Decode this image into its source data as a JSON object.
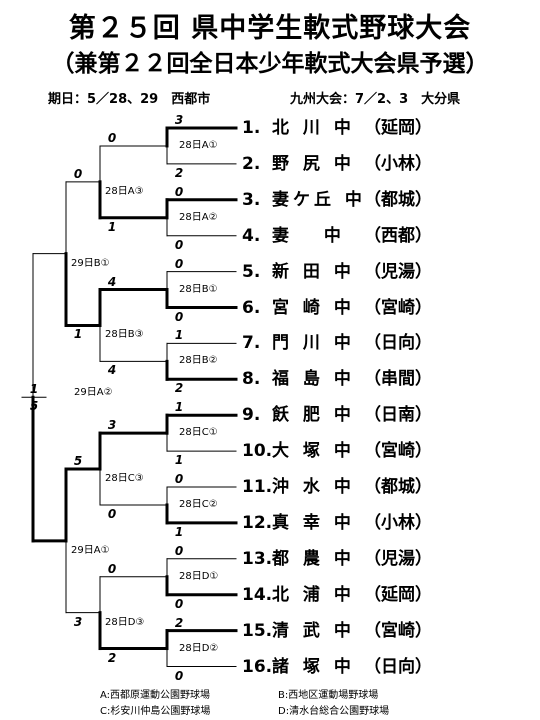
{
  "header": {
    "title": "第２５回 県中学生軟式野球大会",
    "subtitle": "（兼第２２回全日本少年軟式大会県予選）",
    "dates_venue": "期日：5／28、29　西都市",
    "kyushu": "九州大会：7／2、3　大分県"
  },
  "teams": [
    {
      "no": "1.",
      "name": "北 川 中",
      "city": "（延岡）"
    },
    {
      "no": "2.",
      "name": "野 尻 中",
      "city": "（小林）"
    },
    {
      "no": "3.",
      "name": "妻ケ丘 中",
      "city": "（都城）"
    },
    {
      "no": "4.",
      "name": "妻　 中",
      "city": "（西都）"
    },
    {
      "no": "5.",
      "name": "新 田 中",
      "city": "（児湯）"
    },
    {
      "no": "6.",
      "name": "宮 崎 中",
      "city": "（宮崎）"
    },
    {
      "no": "7.",
      "name": "門 川 中",
      "city": "（日向）"
    },
    {
      "no": "8.",
      "name": "福 島 中",
      "city": "（串間）"
    },
    {
      "no": "9.",
      "name": "飫 肥 中",
      "city": "（日南）"
    },
    {
      "no": "10.",
      "name": "大 塚 中",
      "city": "（宮崎）"
    },
    {
      "no": "11.",
      "name": "沖 水 中",
      "city": "（都城）"
    },
    {
      "no": "12.",
      "name": "真 幸 中",
      "city": "（小林）"
    },
    {
      "no": "13.",
      "name": "都 農 中",
      "city": "（児湯）"
    },
    {
      "no": "14.",
      "name": "北 浦 中",
      "city": "（延岡）"
    },
    {
      "no": "15.",
      "name": "清 武 中",
      "city": "（宮崎）"
    },
    {
      "no": "16.",
      "name": "諸 塚 中",
      "city": "（日向）"
    }
  ],
  "r1": [
    {
      "label": "28日A①",
      "s1": "3",
      "s2": "2",
      "winner": 1
    },
    {
      "label": "28日A②",
      "s1": "0",
      "s2": "0",
      "winner": 1
    },
    {
      "label": "28日B①",
      "s1": "0",
      "s2": "0",
      "winner": 2
    },
    {
      "label": "28日B②",
      "s1": "1",
      "s2": "2",
      "winner": 2
    },
    {
      "label": "28日C①",
      "s1": "1",
      "s2": "1",
      "winner": 1
    },
    {
      "label": "28日C②",
      "s1": "0",
      "s2": "1",
      "winner": 2
    },
    {
      "label": "28日D①",
      "s1": "0",
      "s2": "0",
      "winner": 2
    },
    {
      "label": "28日D②",
      "s1": "2",
      "s2": "0",
      "winner": 1
    }
  ],
  "r2": [
    {
      "label": "28日A③",
      "s1": "0",
      "s2": "1",
      "winner": 2
    },
    {
      "label": "28日B③",
      "s1": "4",
      "s2": "4",
      "winner": 1
    },
    {
      "label": "28日C③",
      "s1": "3",
      "s2": "0",
      "winner": 1
    },
    {
      "label": "28日D③",
      "s1": "0",
      "s2": "2",
      "winner": 2
    }
  ],
  "r3": [
    {
      "label": "29日B①",
      "s1": "0",
      "s2": "1",
      "winner": 2
    },
    {
      "label": "29日A①",
      "s1": "5",
      "s2": "3",
      "winner": 1
    }
  ],
  "final": {
    "label": "29日A②",
    "s1": "1",
    "s2": "5",
    "winner": 2
  },
  "legend": {
    "a": "A:西都原運動公園野球場",
    "b": "B:西地区運動場野球場",
    "c": "C:杉安川仲島公園野球場",
    "d": "D:清水台総合公園野球場"
  }
}
